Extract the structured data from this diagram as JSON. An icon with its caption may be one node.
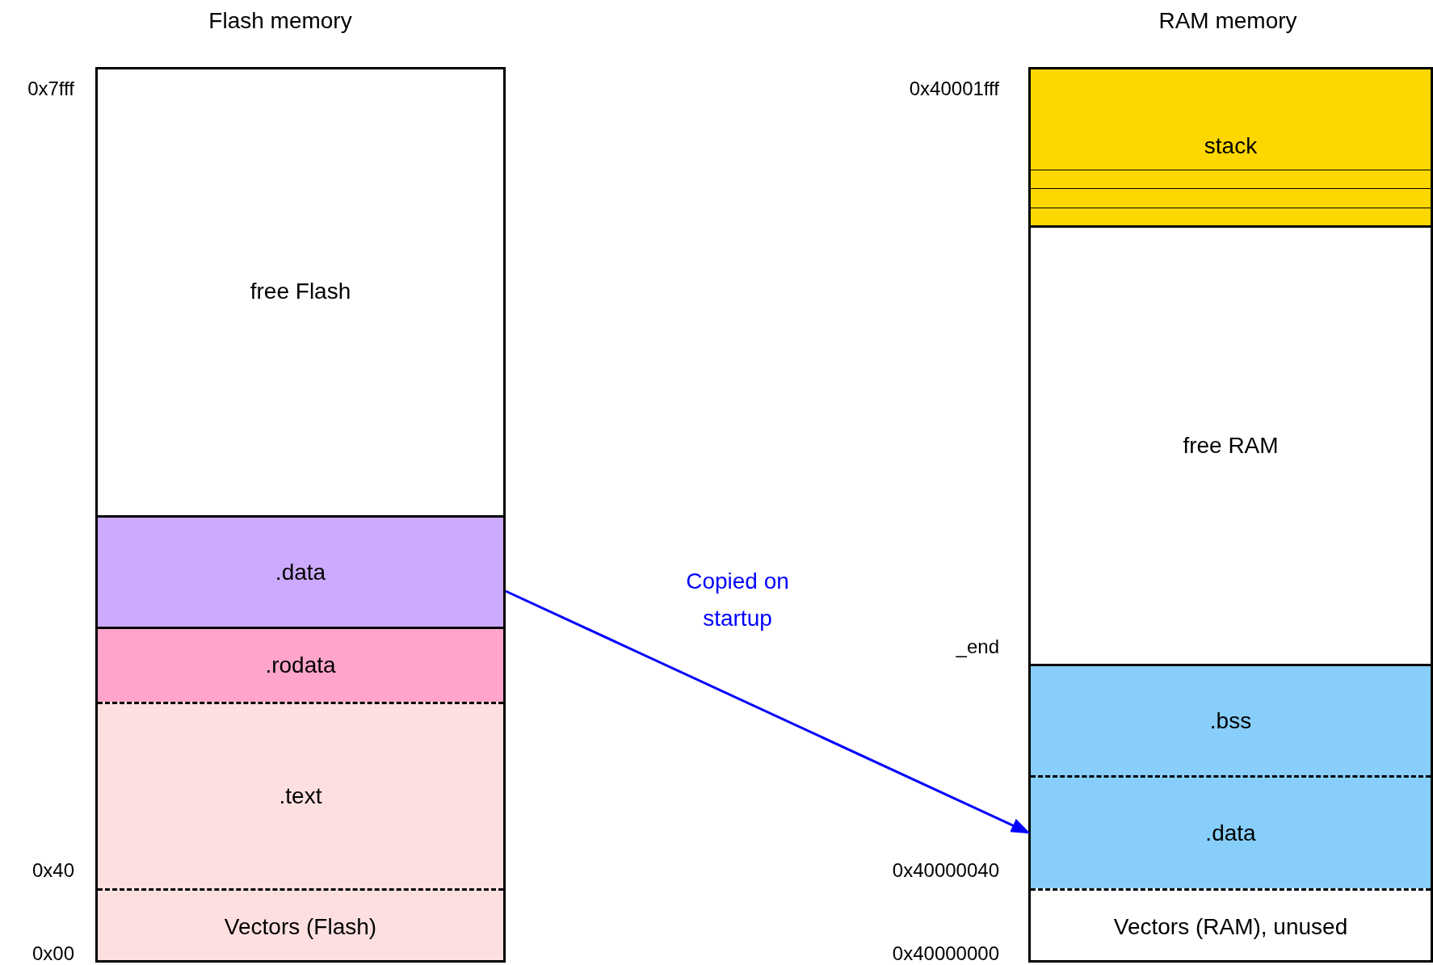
{
  "diagram": {
    "nodes": [
      {
        "text": [
          "Flash memory"
        ]
      },
      {
        "text": [
          "free Flash"
        ],
        "in": 0
      },
      {
        "text": [
          ".data"
        ],
        "in": 0
      },
      {
        "text": [
          ".rodata"
        ],
        "in": 0
      },
      {
        "text": [
          ".text"
        ],
        "in": 0
      },
      {
        "text": [
          "Vectors (Flash)"
        ],
        "in": 0
      },
      {
        "text": [
          "RAM memory"
        ]
      },
      {
        "text": [
          "stack"
        ],
        "in": 6
      },
      {
        "text": [
          "free RAM"
        ],
        "in": 6
      },
      {
        "text": [
          ".bss"
        ],
        "in": 6
      },
      {
        "text": [
          ".data"
        ],
        "in": 6
      },
      {
        "text": [
          "Vectors (RAM), unused"
        ],
        "in": 6
      }
    ],
    "edges": [
      {
        "from": 2,
        "to": 10,
        "arrow": "to",
        "label": "Copied on startup",
        "color": "#0000ff"
      }
    ],
    "labels": [
      "0x7fff",
      "0x40001fff",
      "_end",
      "0x40",
      "0x40000040",
      "0x00",
      "0x40000000"
    ]
  }
}
